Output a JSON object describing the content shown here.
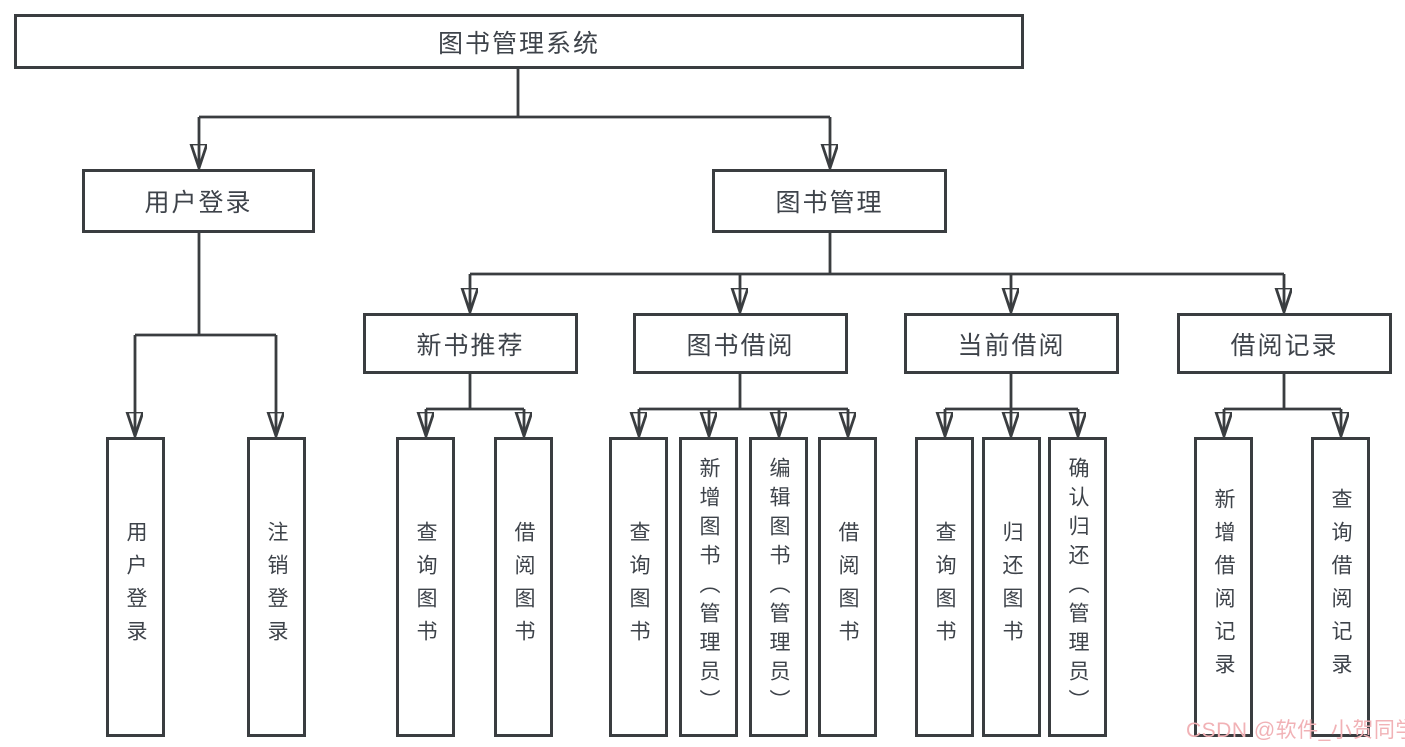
{
  "colors": {
    "line": "#3a3d40",
    "text": "#3e434a",
    "box_bg": "#ffffff",
    "background": "#ffffff",
    "watermark": "#f1b2b6"
  },
  "nodes": {
    "root": {
      "label": "图书管理系统"
    },
    "user_login": {
      "label": "用户登录"
    },
    "book_mgmt": {
      "label": "图书管理"
    },
    "new_book_rec": {
      "label": "新书推荐"
    },
    "book_borrow": {
      "label": "图书借阅"
    },
    "current_borrow": {
      "label": "当前借阅"
    },
    "borrow_record": {
      "label": "借阅记录"
    },
    "login_leaf": {
      "label": "用户登录"
    },
    "logout_leaf": {
      "label": "注销登录"
    },
    "rec_query_book": {
      "label": "查询图书"
    },
    "rec_borrow_book": {
      "label": "借阅图书"
    },
    "bb_query_book": {
      "label": "查询图书"
    },
    "bb_add_book": {
      "label": "新增图书（管理员）"
    },
    "bb_edit_book": {
      "label": "编辑图书（管理员）"
    },
    "bb_borrow_book": {
      "label": "借阅图书"
    },
    "cb_query_book": {
      "label": "查询图书"
    },
    "cb_return_book": {
      "label": "归还图书"
    },
    "cb_confirm_return": {
      "label": "确认归还（管理员）"
    },
    "br_add_record": {
      "label": "新增借阅记录"
    },
    "br_query_record": {
      "label": "查询借阅记录"
    }
  },
  "watermark": {
    "text": "CSDN @软件_小贺同学"
  }
}
